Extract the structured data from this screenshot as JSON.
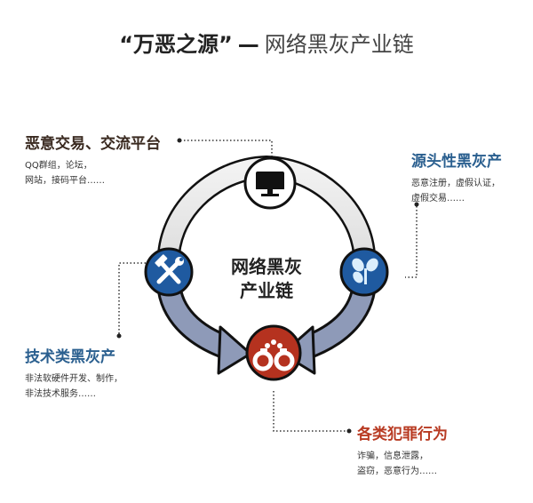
{
  "title": {
    "quoted": "“万恶之源”",
    "dash": "—",
    "subtitle": "网络黑灰产业链"
  },
  "center": {
    "line1": "网络黑灰",
    "line2": "产业链"
  },
  "nodes": [
    {
      "id": "platform",
      "icon": "monitor-icon",
      "heading": "恶意交易、交流平台",
      "heading_color": "#3a2a20",
      "desc_line1": "QQ群组，论坛，",
      "desc_line2": "网站，接码平台……",
      "circle_color": "#ffffff"
    },
    {
      "id": "source",
      "icon": "sprout-icon",
      "heading": "源头性黑灰产",
      "heading_color": "#2a5f8f",
      "desc_line1": "恶意注册，虚假认证，",
      "desc_line2": "虚假交易……",
      "circle_color": "#1f5aa0"
    },
    {
      "id": "tech",
      "icon": "tools-icon",
      "heading": "技术类黑灰产",
      "heading_color": "#2a5f8f",
      "desc_line1": "非法软硬件开发、制作，",
      "desc_line2": "非法技术服务……",
      "circle_color": "#1f5aa0"
    },
    {
      "id": "crime",
      "icon": "handcuffs-icon",
      "heading": "各类犯罪行为",
      "heading_color": "#b83a22",
      "desc_line1": "诈骗，信息泄露，",
      "desc_line2": "盗窃，恶意行为……",
      "circle_color": "#b5321f"
    }
  ],
  "colors": {
    "ring_light": "#e6e6e6",
    "arrow_blue_gray": "#8e9ab8",
    "blue": "#1f5aa0",
    "red": "#b5321f",
    "outline": "#111111"
  }
}
